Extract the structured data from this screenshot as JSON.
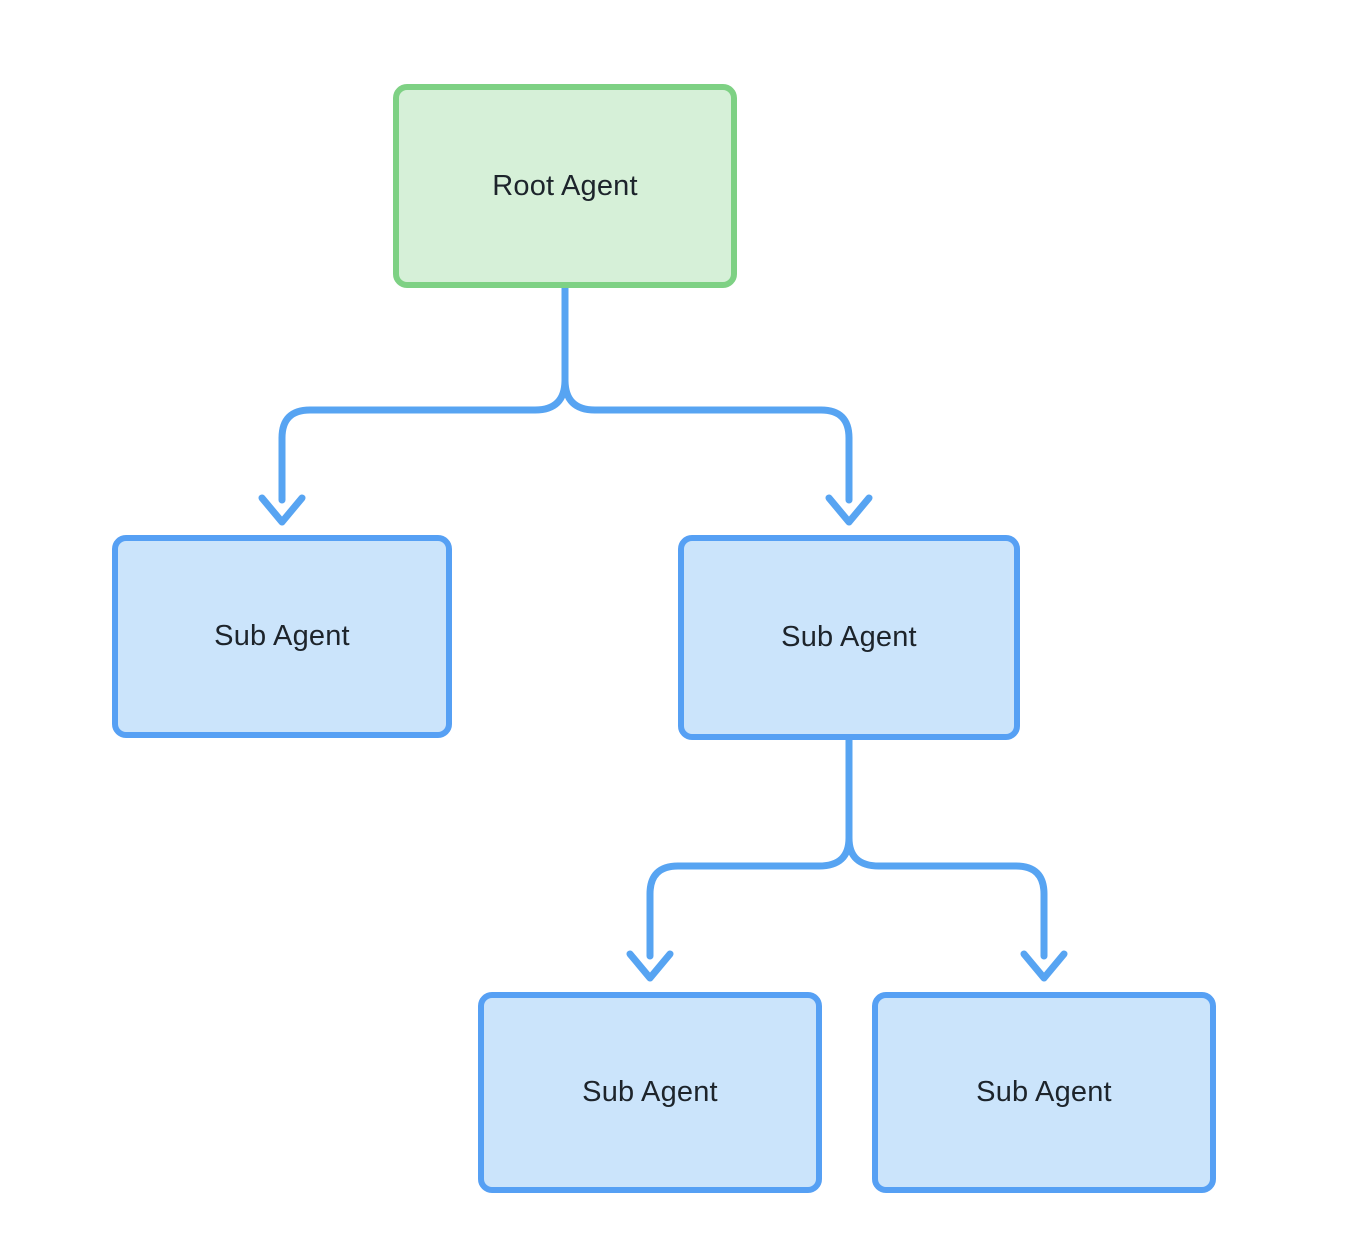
{
  "diagram": {
    "background_color": "#ffffff",
    "connector_color": "#57a4f2",
    "text_color": "#1d242b",
    "nodes": [
      {
        "id": "root",
        "label": "Root Agent",
        "role": "root",
        "fill": "#d6f0d8",
        "border": "#7ed184"
      },
      {
        "id": "sub-left",
        "label": "Sub Agent",
        "role": "child",
        "fill": "#cbe4fb",
        "border": "#56a0f4"
      },
      {
        "id": "sub-middle",
        "label": "Sub Agent",
        "role": "child",
        "fill": "#cbe4fb",
        "border": "#56a0f4"
      },
      {
        "id": "sub-bottom-left",
        "label": "Sub Agent",
        "role": "grandchild",
        "fill": "#cbe4fb",
        "border": "#56a0f4"
      },
      {
        "id": "sub-bottom-right",
        "label": "Sub Agent",
        "role": "grandchild",
        "fill": "#cbe4fb",
        "border": "#56a0f4"
      }
    ],
    "edges": [
      {
        "from": "root",
        "to": "sub-left"
      },
      {
        "from": "root",
        "to": "sub-middle"
      },
      {
        "from": "sub-middle",
        "to": "sub-bottom-left"
      },
      {
        "from": "sub-middle",
        "to": "sub-bottom-right"
      }
    ]
  }
}
